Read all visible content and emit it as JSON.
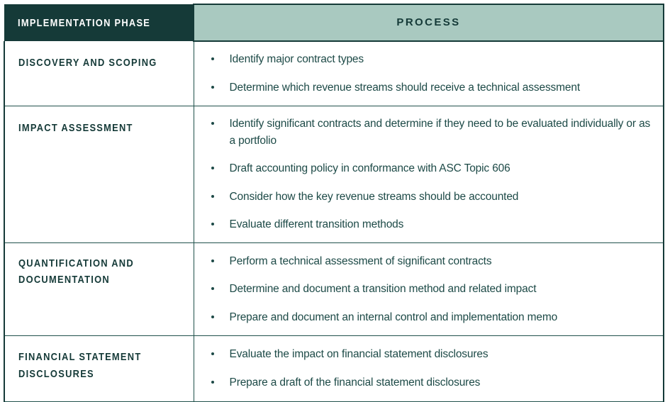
{
  "table": {
    "colors": {
      "header_phase_bg": "#153a38",
      "header_process_bg": "#a9c9c0",
      "header_phase_text": "#ffffff",
      "header_process_text": "#153a38",
      "body_bg": "#ffffff",
      "body_text": "#1d4a47",
      "phase_label_text": "#153a38",
      "border": "#21514c",
      "frame": "#153a38"
    },
    "columns": [
      {
        "key": "phase",
        "label": "IMPLEMENTATION PHASE"
      },
      {
        "key": "process",
        "label": "PROCESS"
      }
    ],
    "rows": [
      {
        "phase": "DISCOVERY AND SCOPING",
        "process": [
          "Identify major contract types",
          "Determine which revenue streams should receive a technical assessment"
        ]
      },
      {
        "phase": "IMPACT ASSESSMENT",
        "process": [
          "Identify significant contracts and determine if they need to be evaluated individually or as a portfolio",
          "Draft accounting policy in conformance with ASC Topic 606",
          "Consider how the key revenue streams should be accounted",
          "Evaluate different transition methods"
        ]
      },
      {
        "phase": "QUANTIFICATION AND\nDOCUMENTATION",
        "process": [
          "Perform a technical assessment of significant contracts",
          "Determine and document a transition method and related impact",
          "Prepare and document an internal control and implementation memo"
        ]
      },
      {
        "phase": "FINANCIAL STATEMENT\nDISCLOSURES",
        "process": [
          "Evaluate the impact on financial statement disclosures",
          "Prepare a draft of the financial statement disclosures"
        ]
      }
    ]
  }
}
